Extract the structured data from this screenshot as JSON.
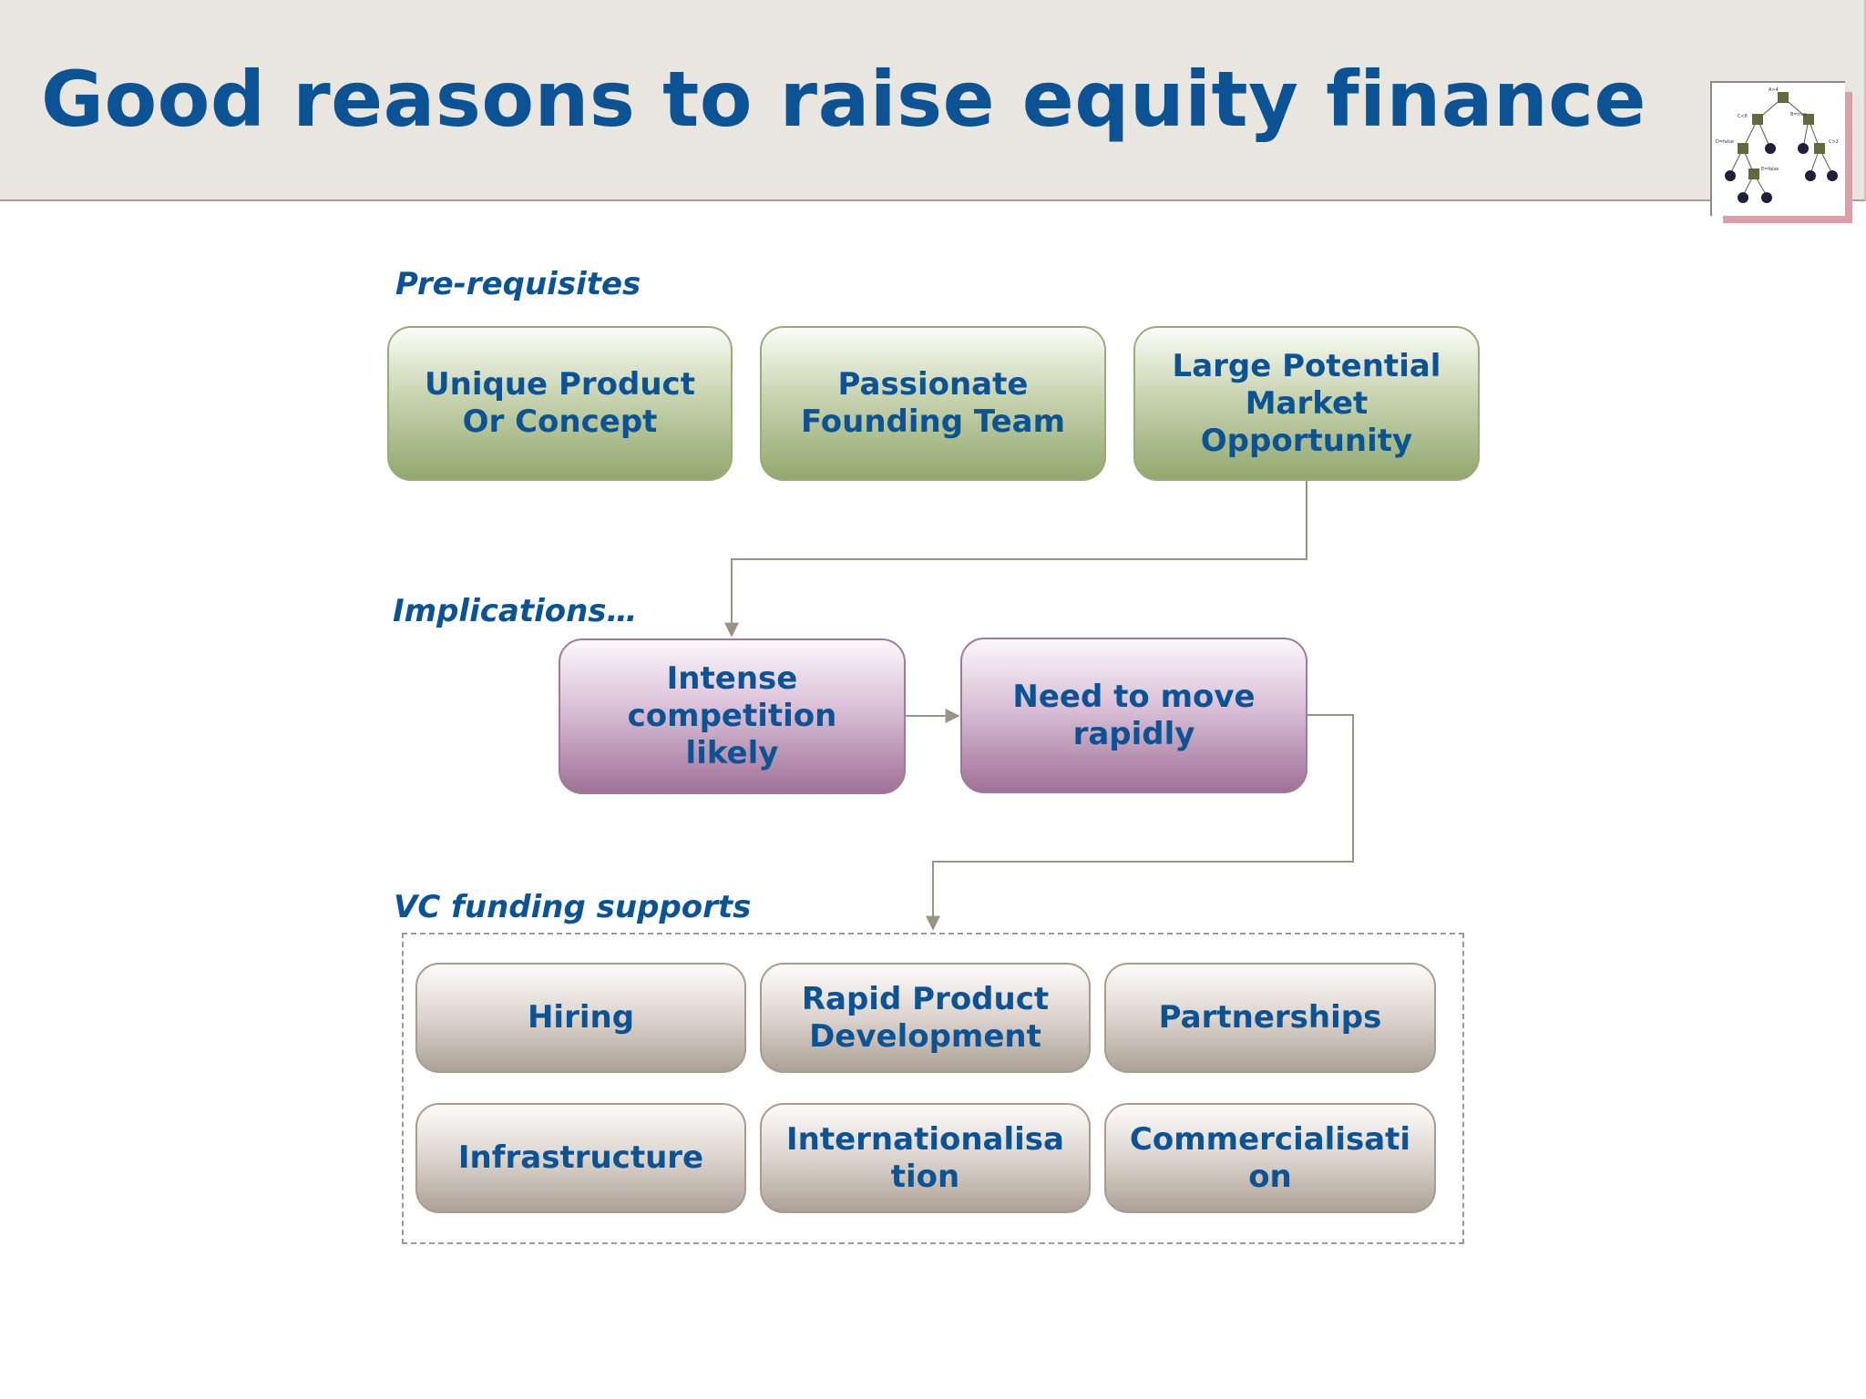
{
  "slide": {
    "title": "Good reasons to raise equity finance"
  },
  "sections": {
    "prerequisites": {
      "label": "Pre-requisites",
      "boxes": [
        {
          "lines": [
            "Unique Product",
            "Or Concept"
          ]
        },
        {
          "lines": [
            "Passionate",
            "Founding Team"
          ]
        },
        {
          "lines": [
            "Large Potential",
            "Market",
            "Opportunity"
          ]
        }
      ]
    },
    "implications": {
      "label": "Implications…",
      "boxes": [
        {
          "lines": [
            "Intense",
            "competition",
            "likely"
          ]
        },
        {
          "lines": [
            "Need to move",
            "rapidly"
          ]
        }
      ]
    },
    "vc_funding": {
      "label": "VC funding supports",
      "boxes": [
        {
          "lines": [
            "Hiring"
          ]
        },
        {
          "lines": [
            "Rapid Product",
            "Development"
          ]
        },
        {
          "lines": [
            "Partnerships"
          ]
        },
        {
          "lines": [
            "Infrastructure"
          ]
        },
        {
          "lines": [
            "Internationalisa",
            "tion"
          ]
        },
        {
          "lines": [
            "Commercialisati",
            "on"
          ]
        }
      ]
    }
  },
  "logo": {
    "icon": "decision-tree-icon",
    "node_labels": [
      "A>4",
      "C<6",
      "B=true",
      "D=false",
      "C>2",
      "E=false"
    ]
  },
  "colors": {
    "title_text": "#0b5394",
    "title_bar": "#e9e6df",
    "prerequisite_box": "#a7b885",
    "implication_box": "#b58aae",
    "vc_box": "#c2b8ae",
    "connector": "#9a9384"
  }
}
